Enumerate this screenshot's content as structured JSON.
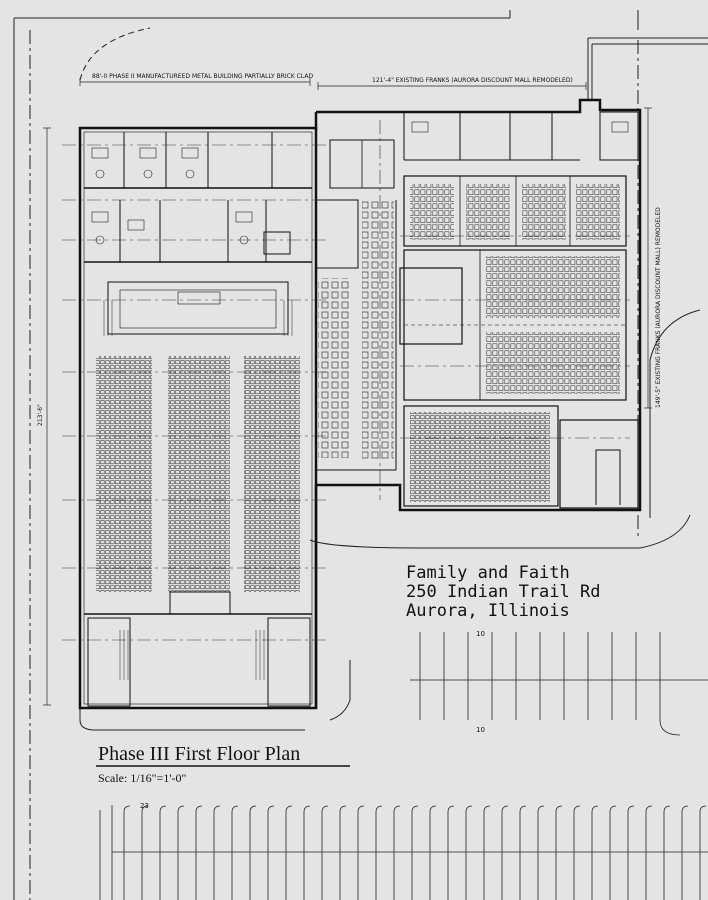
{
  "labels": {
    "phase2_building": "88'-0 PHASE II MANUFACTUREED METAL BUILDING PARTIALLY BRICK CLAD",
    "existing_franks_top": "121'-4\" EXISTING FRANKS (AURORA DISCOUNT MALL REMODELED)",
    "existing_franks_side": "149'-5\" EXISTING FRANKS (AURORA DISCOUNT MALL) REMODELED",
    "overall_depth": "213'-6\""
  },
  "address": {
    "line1": "Family and Faith",
    "line2": "250 Indian Trail Rd",
    "line3": "Aurora, Illinois"
  },
  "title": {
    "main": "Phase III First Floor Plan",
    "scale": "Scale: 1/16\"=1'-0\""
  },
  "parking": {
    "count_upper": "10",
    "count_middle": "10",
    "count_lower": "23"
  }
}
